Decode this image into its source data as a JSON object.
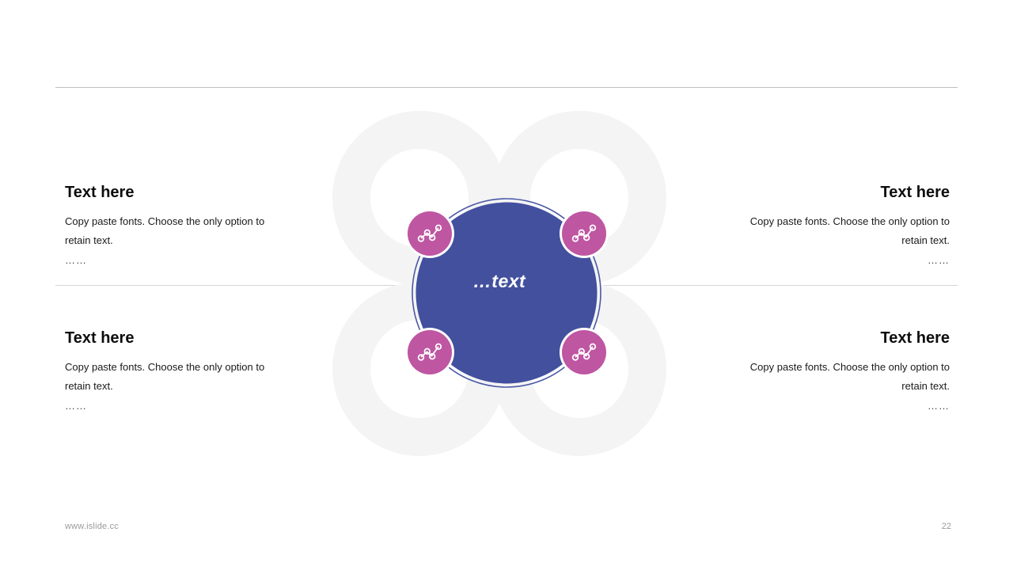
{
  "slide": {
    "background_color": "#ffffff",
    "center_label": "…text"
  },
  "theme": {
    "blue": "#42509E",
    "pink": "#BE56A2",
    "ring_gray": "#F4F4F4",
    "divider_gray": "#BFBFBF",
    "footer_gray": "#9A9A9A"
  },
  "blocks": {
    "top_left": {
      "title": "Text here",
      "body": "Copy paste fonts. Choose the only option to retain text.",
      "dots": "……"
    },
    "bottom_left": {
      "title": "Text here",
      "body": "Copy paste fonts. Choose the only option to retain text.",
      "dots": "……"
    },
    "top_right": {
      "title": "Text here",
      "body": "Copy paste fonts. Choose the only option to retain text.",
      "dots": "……"
    },
    "bottom_right": {
      "title": "Text here",
      "body": "Copy paste fonts. Choose the only option to retain text.",
      "dots": "……"
    }
  },
  "icons": {
    "node_chart": "line-chart-nodes-icon",
    "count": 4,
    "labels": [
      "top-left",
      "top-right",
      "bottom-left",
      "bottom-right"
    ]
  },
  "footer": {
    "url": "www.islide.cc",
    "page_number": "22"
  }
}
